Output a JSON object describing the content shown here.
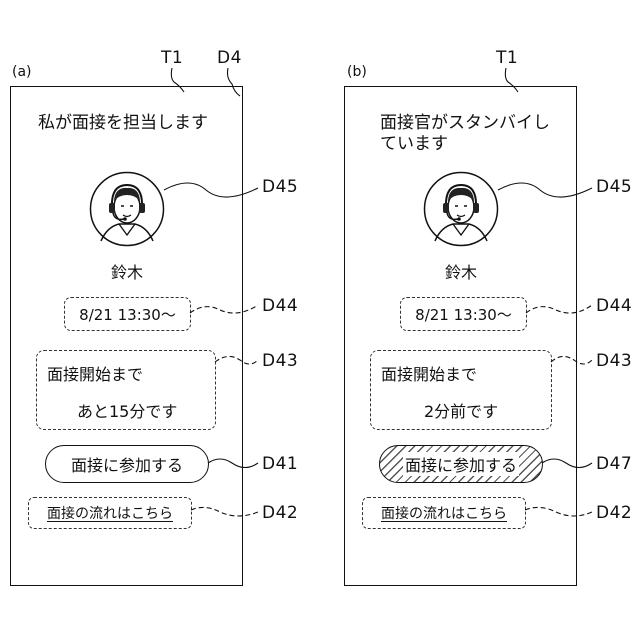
{
  "panels": [
    {
      "label": "(a)",
      "refs": {
        "terminal": "T1",
        "screen": "D4",
        "avatar": "D45",
        "datetime": "D44",
        "countdown": "D43",
        "join": "D41",
        "flow": "D42"
      },
      "heading": "私が面接を担当します",
      "interviewer_name": "鈴木",
      "datetime": "8/21 13:30〜",
      "countdown_title": "面接開始まで",
      "countdown_value": "あと15分です",
      "join_button": "面接に参加する",
      "join_state": "enabled",
      "flow_link": "面接の流れはこちら"
    },
    {
      "label": "(b)",
      "refs": {
        "terminal": "T1",
        "avatar": "D45",
        "datetime": "D44",
        "countdown": "D43",
        "join": "D47",
        "flow": "D42"
      },
      "heading_line1": "面接官がスタンバイし",
      "heading_line2": "ています",
      "interviewer_name": "鈴木",
      "datetime": "8/21 13:30〜",
      "countdown_title": "面接開始まで",
      "countdown_value": "2分前です",
      "join_button": "面接に参加する",
      "join_state": "highlighted",
      "flow_link": "面接の流れはこちら"
    }
  ]
}
